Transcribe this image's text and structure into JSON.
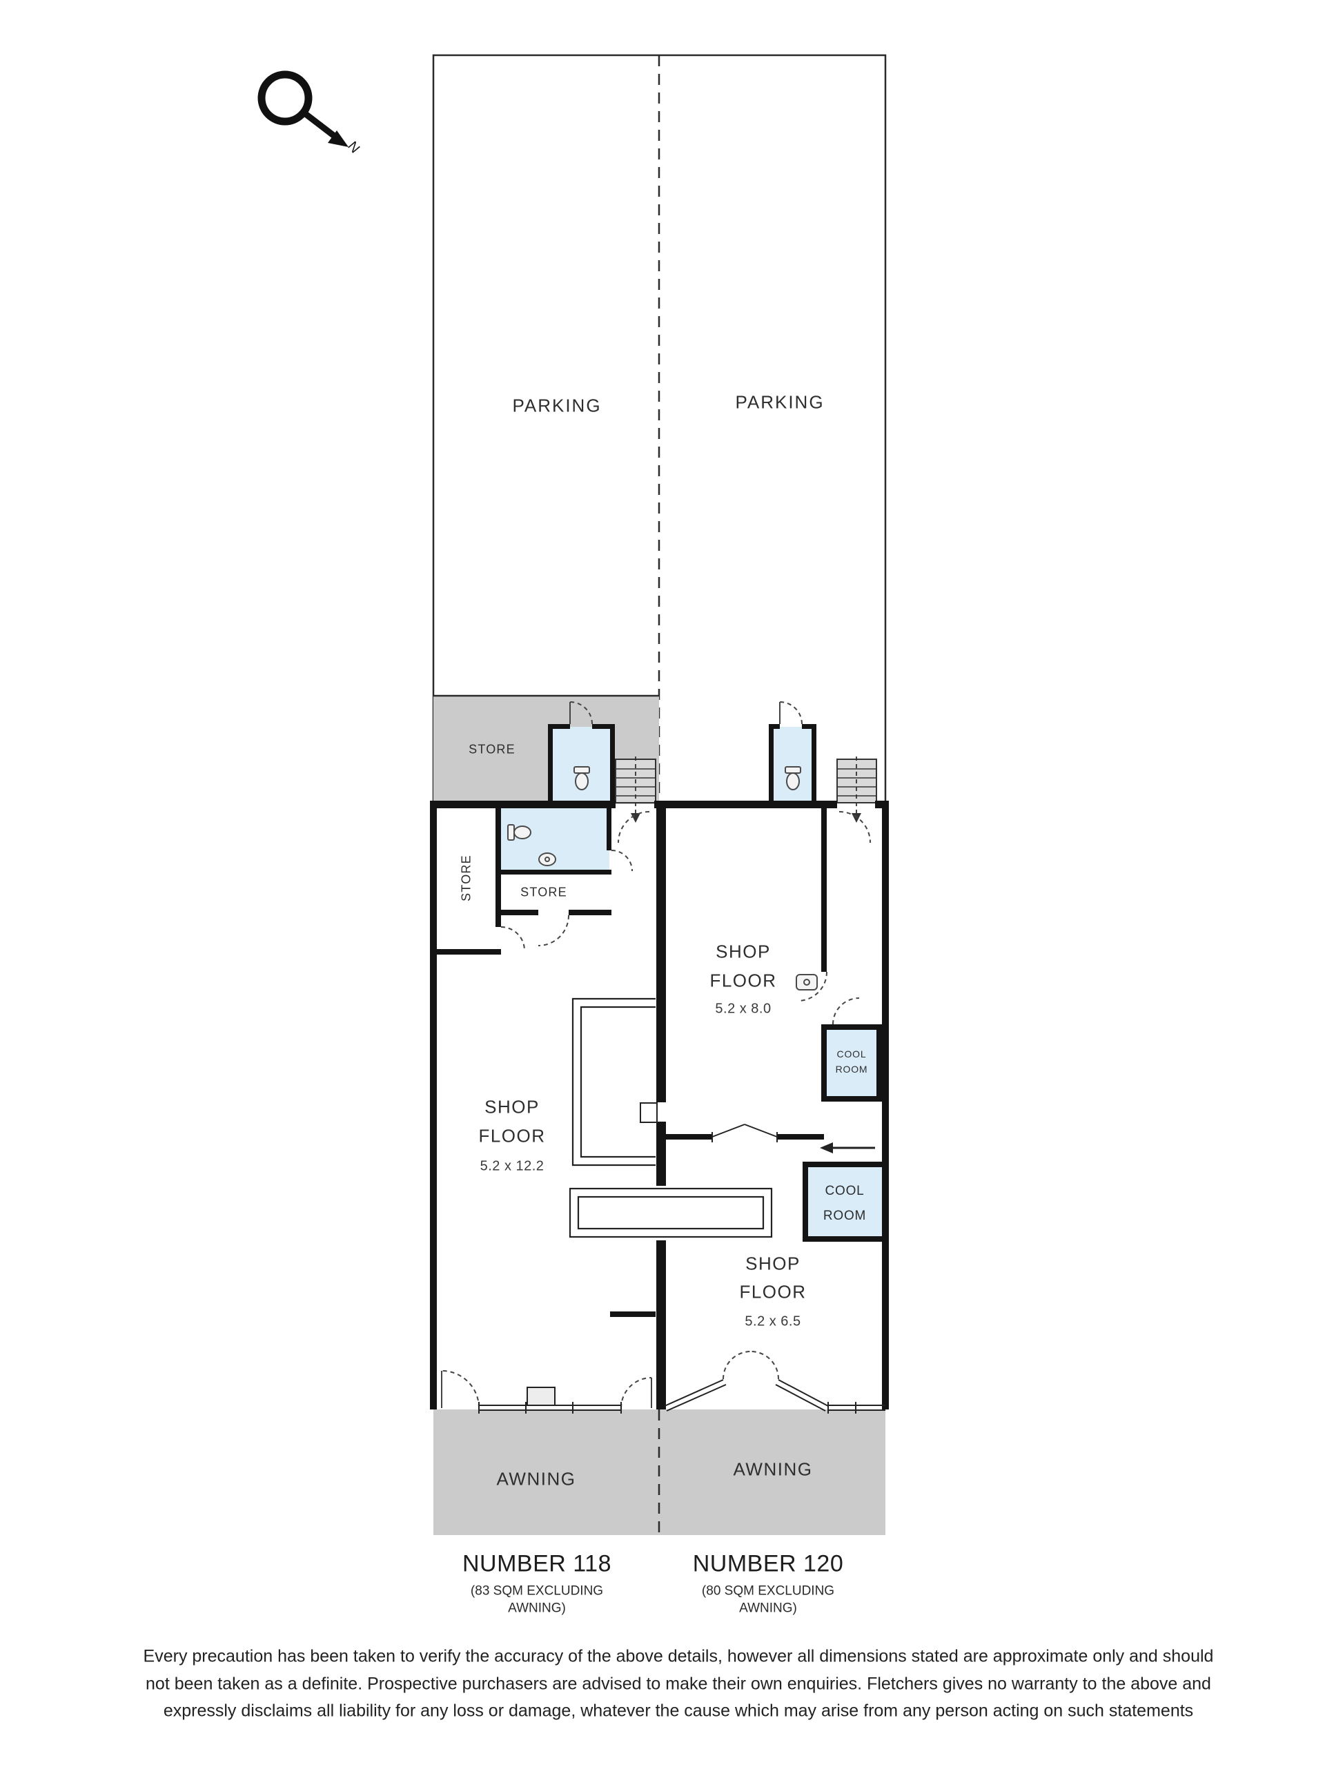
{
  "compass": {
    "north_label": "N"
  },
  "parking": {
    "left_label": "PARKING",
    "right_label": "PARKING"
  },
  "rooms": {
    "store_yard_label": "STORE",
    "store_side_label": "STORE",
    "store_inner_label": "STORE",
    "shop_118": {
      "name_line1": "SHOP",
      "name_line2": "FLOOR",
      "dimensions": "5.2 x 12.2"
    },
    "shop_120_rear": {
      "name_line1": "SHOP",
      "name_line2": "FLOOR",
      "dimensions": "5.2 x 8.0"
    },
    "shop_120_front": {
      "name_line1": "SHOP",
      "name_line2": "FLOOR",
      "dimensions": "5.2 x 6.5"
    },
    "cool_room_small": {
      "line1": "COOL",
      "line2": "ROOM"
    },
    "cool_room_large": {
      "line1": "COOL",
      "line2": "ROOM"
    }
  },
  "awnings": {
    "left_label": "AWNING",
    "right_label": "AWNING"
  },
  "units": {
    "number_118": {
      "title": "NUMBER 118",
      "subtitle": "(83 SQM EXCLUDING AWNING)"
    },
    "number_120": {
      "title": "NUMBER 120",
      "subtitle": "(80 SQM EXCLUDING AWNING)"
    }
  },
  "disclaimer": {
    "lines": [
      "Every precaution has been taken to verify the accuracy of the above details, however all dimensions stated are approximate only and should",
      "not been taken as a definite. Prospective purchasers are advised to make their own enquiries. Fletchers gives no warranty to the above and",
      "expressly disclaims all liability for any loss or damage, whatever the cause which may arise from any person acting on such statements"
    ]
  },
  "colors": {
    "wall": "#141414",
    "shaded_area": "#cbcbcb",
    "wet_area": "#d9ecf8",
    "text": "#2e2e2e"
  }
}
